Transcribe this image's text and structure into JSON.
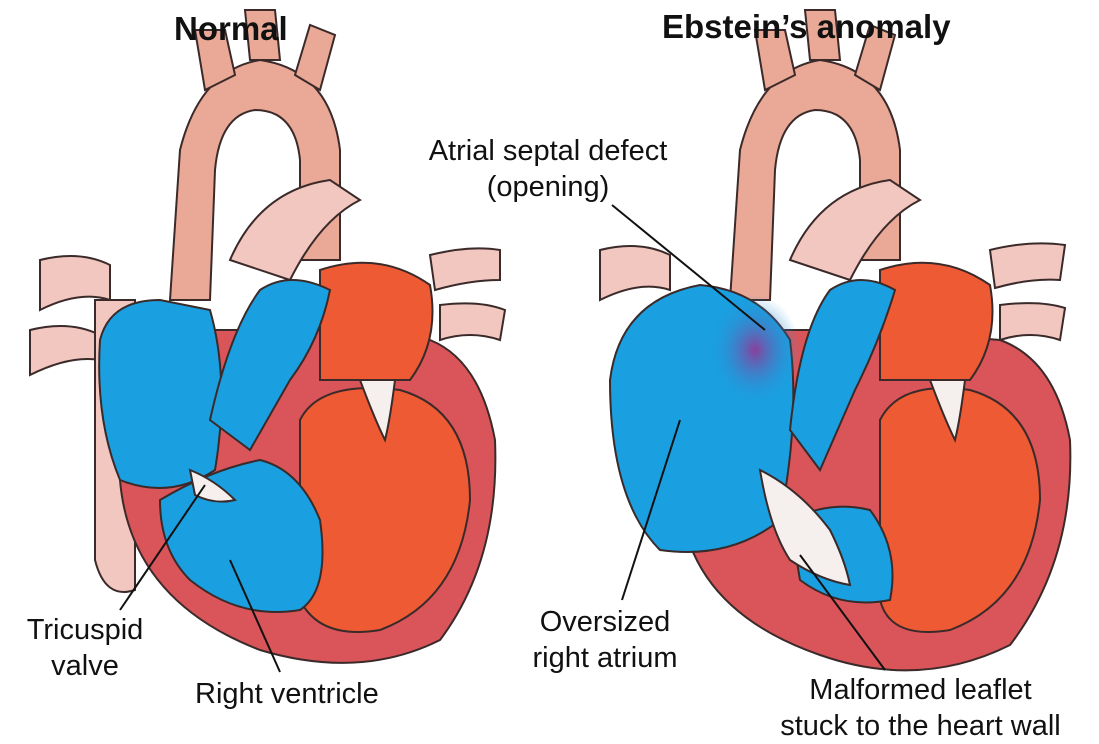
{
  "titles": {
    "left": "Normal",
    "right": "Ebstein’s anomaly"
  },
  "labels": {
    "tricuspid": [
      "Tricuspid",
      "valve"
    ],
    "right_ventricle": "Right ventricle",
    "asd": [
      "Atrial septal defect",
      "(opening)"
    ],
    "oversized": [
      "Oversized",
      "right atrium"
    ],
    "malformed": [
      "Malformed leaflet",
      "stuck to the heart wall"
    ]
  },
  "colors": {
    "deoxygenated_blood": "#1a9fe0",
    "oxygenated_blood": "#ee5a33",
    "muscle": "#d9555a",
    "vessel": "#e9a996",
    "pulmonary_vessel": "#f2c7c0",
    "outline": "#3b2a2a"
  }
}
